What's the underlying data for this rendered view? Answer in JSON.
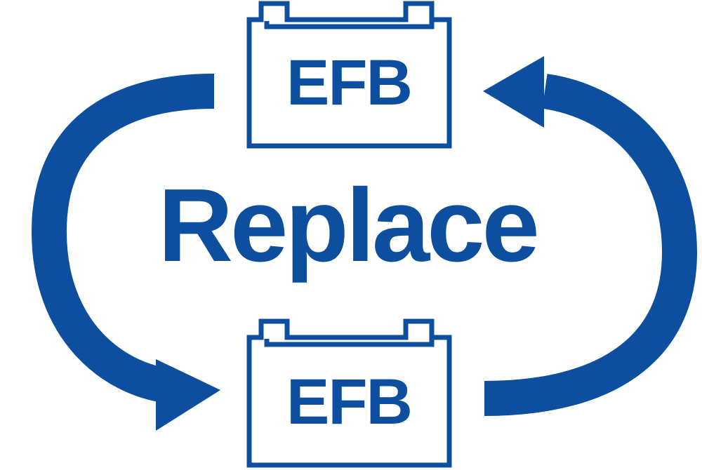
{
  "diagram": {
    "main_label": "Replace",
    "top_battery_label": "EFB",
    "bottom_battery_label": "EFB"
  },
  "colors": {
    "primary": "#0d4f9e",
    "background": "#ffffff"
  },
  "icons": {
    "battery": "battery-icon",
    "left_arrow": "curved-arrow-down-icon",
    "right_arrow": "curved-arrow-up-icon"
  }
}
